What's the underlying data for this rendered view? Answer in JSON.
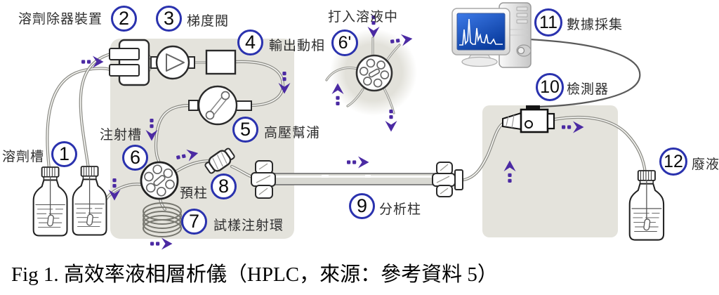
{
  "figure": {
    "caption": "Fig 1.  高效率液相層析儀（HPLC，來源：參考資料 5）"
  },
  "colors": {
    "badge_ring": "#2a32ae",
    "flow_arrow": "#4b2aa3",
    "panel": "#e4e3dc",
    "screen_blue": "#1c55c4"
  },
  "components": [
    {
      "id": "1",
      "label": "溶劑槽"
    },
    {
      "id": "2",
      "label": "溶劑除器裝置"
    },
    {
      "id": "3",
      "label": "梯度閥"
    },
    {
      "id": "4",
      "label": "輸出動相"
    },
    {
      "id": "5",
      "label": "高壓幫浦"
    },
    {
      "id": "6",
      "label": "注射槽"
    },
    {
      "id": "6'",
      "label": "打入溶液中"
    },
    {
      "id": "7",
      "label": "試樣注射環"
    },
    {
      "id": "8",
      "label": "預柱"
    },
    {
      "id": "9",
      "label": "分析柱"
    },
    {
      "id": "10",
      "label": "檢測器"
    },
    {
      "id": "11",
      "label": "數據採集"
    },
    {
      "id": "12",
      "label": "廢液"
    }
  ]
}
